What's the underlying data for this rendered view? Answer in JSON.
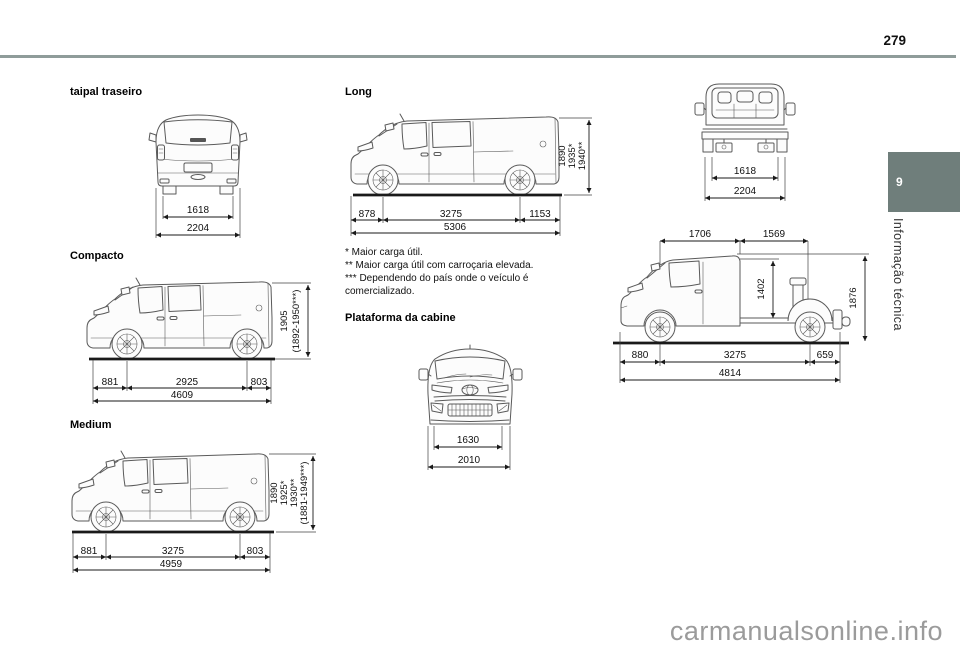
{
  "page": {
    "number": "279",
    "chapter_tab": "9",
    "chapter_label": "Informação técnica",
    "watermark": "carmanualsonline.info"
  },
  "colors": {
    "tab": "#6f7e7b",
    "rule": "#8f9c9a",
    "watermark": "#9b9b9b"
  },
  "sections": {
    "tailgate": {
      "title": "taipal traseiro",
      "dims": {
        "track": "1618",
        "width": "2204"
      }
    },
    "compact": {
      "title": "Compacto",
      "dims": {
        "front": "881",
        "wheelbase": "2925",
        "rear": "803",
        "length": "4609"
      },
      "heights": [
        "1905",
        "(1892-1950***)"
      ]
    },
    "medium": {
      "title": "Medium",
      "dims": {
        "front": "881",
        "wheelbase": "3275",
        "rear": "803",
        "length": "4959"
      },
      "heights": [
        "1890",
        "1925*",
        "1930**",
        "(1881-1949***)"
      ]
    },
    "long": {
      "title": "Long",
      "dims": {
        "front": "878",
        "wheelbase": "3275",
        "rear": "1153",
        "length": "5306"
      },
      "heights": [
        "1890",
        "1935*",
        "1940**"
      ]
    },
    "notes": [
      "* Maior carga útil.",
      "** Maior carga útil com carroçaria elevada.",
      "*** Dependendo do país onde o veículo é comercializado."
    ],
    "platform": {
      "title": "Plataforma da cabine",
      "front_view": {
        "track": "1630",
        "width": "2010"
      },
      "rear_view": {
        "track": "1618",
        "width": "2204"
      },
      "side_view": {
        "cab": "1706",
        "bed": "1569",
        "bed_height": "1402",
        "height": "1876",
        "front": "880",
        "wheelbase": "3275",
        "rear": "659",
        "length": "4814"
      }
    }
  }
}
